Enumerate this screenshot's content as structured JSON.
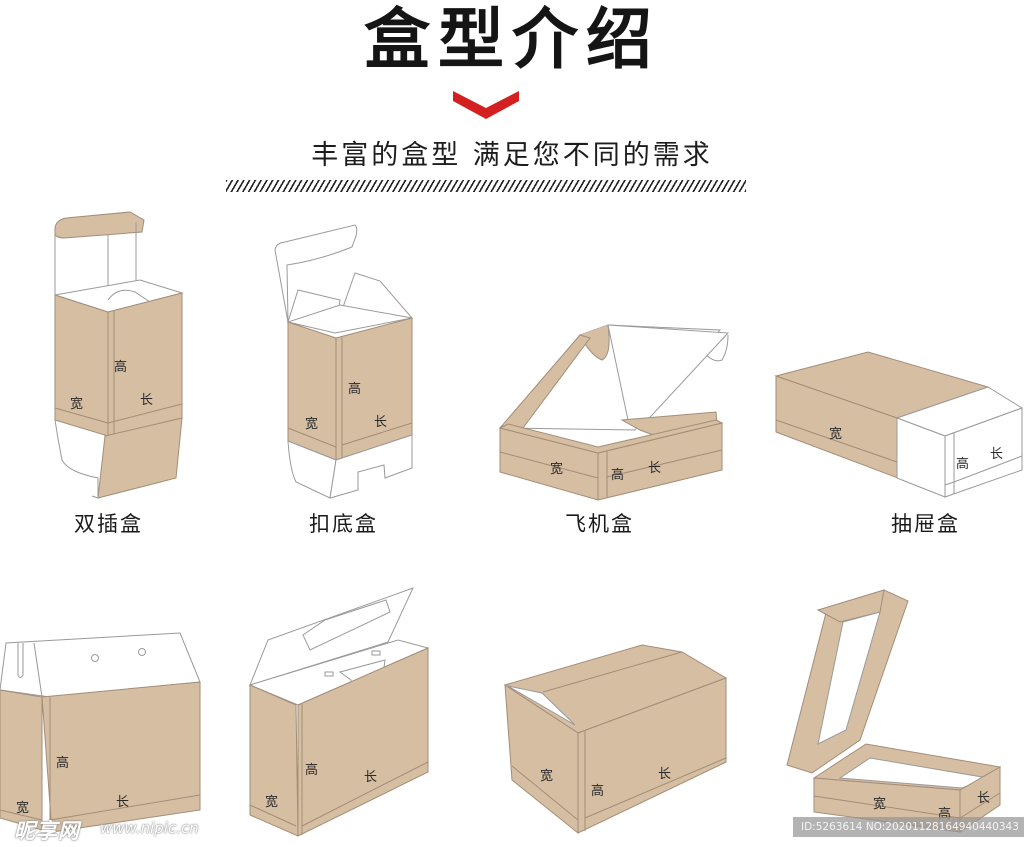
{
  "header": {
    "title": "盒型介绍",
    "chevron_icon": "chevron-down-icon",
    "chevron_color": "#d42020",
    "subtitle": "丰富的盒型 满足您不同的需求",
    "divider": "diagonal-hatch-line"
  },
  "colors": {
    "kraft": "#d6bea3",
    "kraft_line": "#a38d77",
    "outline": "#9a9a9a",
    "background": "#ffffff"
  },
  "dimension_labels": {
    "width": "宽",
    "height": "高",
    "length": "长"
  },
  "boxes": [
    {
      "name": "双插盒",
      "row": 1,
      "col": 1
    },
    {
      "name": "扣底盒",
      "row": 1,
      "col": 2
    },
    {
      "name": "飞机盒",
      "row": 1,
      "col": 3
    },
    {
      "name": "抽屉盒",
      "row": 1,
      "col": 4
    },
    {
      "name": "",
      "row": 2,
      "col": 1
    },
    {
      "name": "",
      "row": 2,
      "col": 2
    },
    {
      "name": "",
      "row": 2,
      "col": 3
    },
    {
      "name": "",
      "row": 2,
      "col": 4
    }
  ],
  "watermark": {
    "logo": "昵享网",
    "url": "www.nipic.cn",
    "id_text": "ID:5263614 NO:20201128164940440343"
  }
}
